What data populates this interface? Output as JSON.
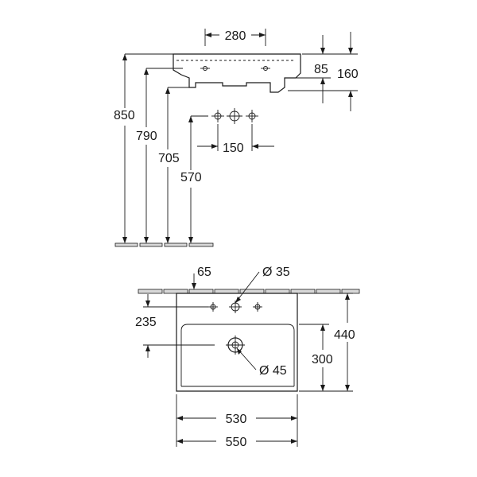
{
  "dimensions": {
    "tap_spacing_side": "280",
    "rim_height": "85",
    "total_depth": "160",
    "height_850": "850",
    "height_790": "790",
    "height_705": "705",
    "height_570": "570",
    "tap_spacing": "150",
    "wall_offset": "65",
    "tap_hole_diameter": "Ø 35",
    "tap_depth": "235",
    "basin_depth": "300",
    "overall_depth": "440",
    "drain_diameter": "Ø 45",
    "inner_width": "530",
    "overall_width": "550"
  }
}
